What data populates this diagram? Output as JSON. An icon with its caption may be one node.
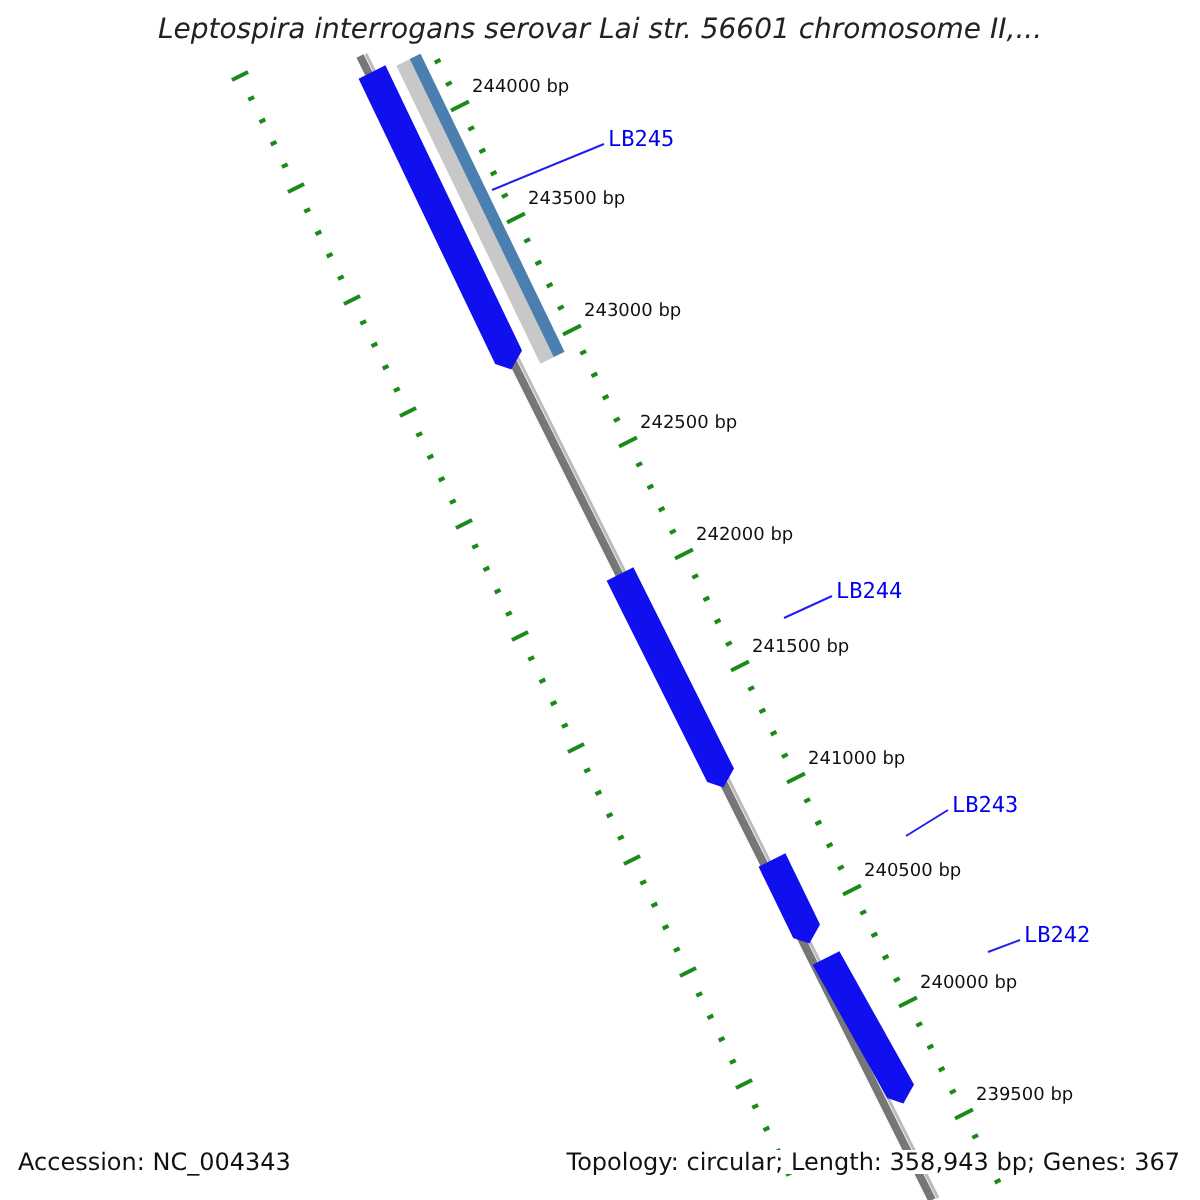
{
  "diagram": {
    "title": "Leptospira interrogans serovar Lai str. 56601 chromosome II,...",
    "nodes": [
      {
        "text": [
          "LB245"
        ]
      },
      {
        "text": [],
        "shape": "bar"
      },
      {
        "text": [
          "LB244"
        ]
      },
      {
        "text": [
          "LB243"
        ]
      },
      {
        "text": [
          "LB242"
        ]
      }
    ],
    "edges": [
      {
        "from": 0,
        "to": 1,
        "arrow": "none"
      },
      {
        "from": 2,
        "to": null,
        "arrow": "none"
      },
      {
        "from": 3,
        "to": null,
        "arrow": "none"
      },
      {
        "from": 4,
        "to": null,
        "arrow": "none"
      }
    ],
    "labels": [
      "244000 bp",
      "243500 bp",
      "243000 bp",
      "242500 bp",
      "242000 bp",
      "241500 bp",
      "241000 bp",
      "240500 bp",
      "240000 bp",
      "239500 bp",
      "Accession: NC_004343",
      "Topology: circular; Length: 358,943 bp; Genes: 367"
    ]
  }
}
